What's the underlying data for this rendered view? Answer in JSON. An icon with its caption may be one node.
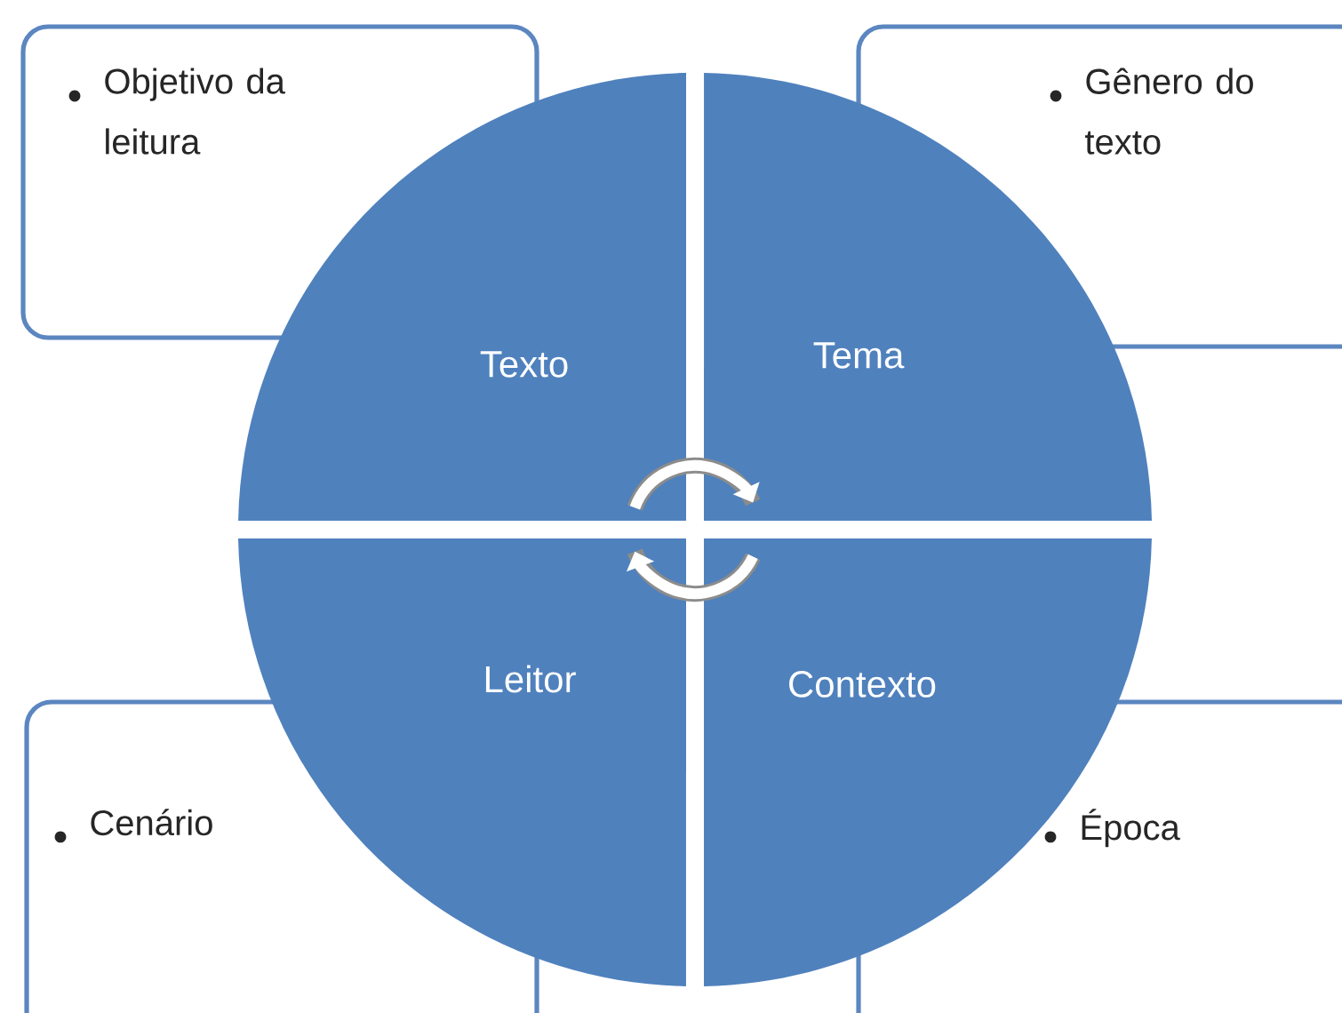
{
  "diagram": {
    "nodes": [
      {
        "text": [
          "Objetivo da leitura"
        ]
      },
      {
        "text": [
          "Gênero do texto"
        ]
      },
      {
        "text": [
          "Texto"
        ]
      },
      {
        "text": [
          "Tema"
        ]
      },
      {
        "text": [
          "Leitor"
        ]
      },
      {
        "text": [
          "Contexto"
        ]
      },
      {
        "text": [
          "Cenário"
        ]
      },
      {
        "text": [
          "Época"
        ]
      }
    ],
    "edges": [
      {
        "from": 2,
        "to": 3,
        "arrow": "to"
      },
      {
        "from": 5,
        "to": 4,
        "arrow": "to"
      }
    ]
  }
}
